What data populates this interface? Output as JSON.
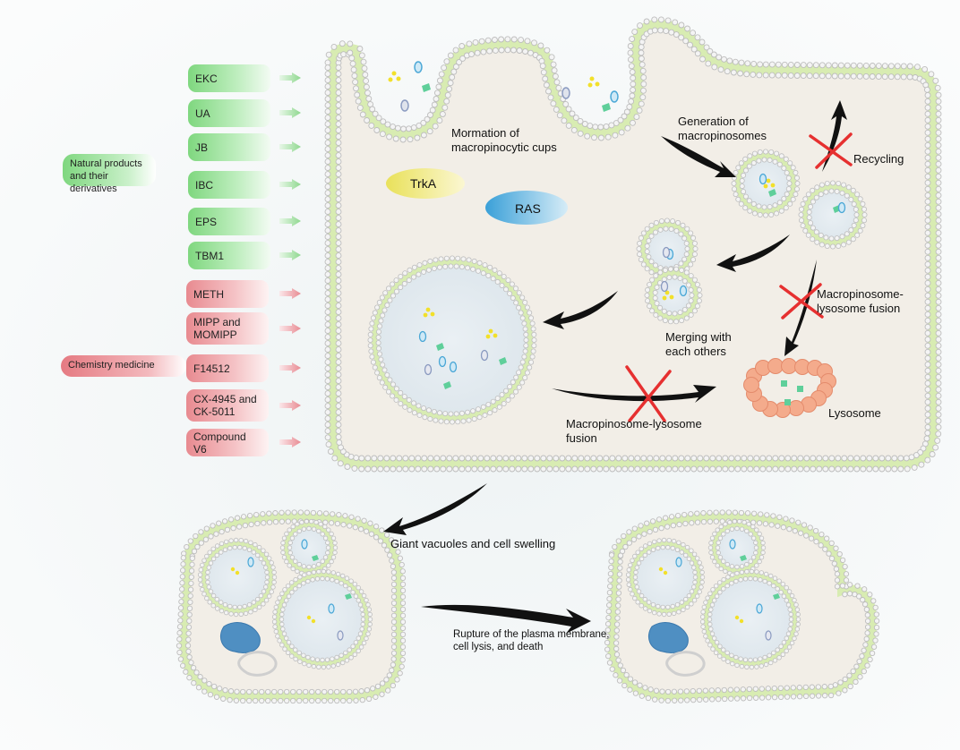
{
  "compounds": {
    "natural_label": "Natural products and their derivatives",
    "chemical_label": "Chemistry medicine",
    "natural": [
      "EKC",
      "UA",
      "JB",
      "IBC",
      "EPS",
      "TBM1"
    ],
    "chemical": [
      "METH",
      "MIPP and MOMIPP",
      "F14512",
      "CX-4945 and CK-5011",
      "Compound V6"
    ]
  },
  "labels": {
    "cups": "Mormation of macropinocytic cups",
    "generation": "Generation of macropinosomes",
    "recycling": "Recycling",
    "trka": "TrkA",
    "ras": "RAS",
    "fusion_right": "Macropinosome-lysosome fusion",
    "merging": "Merging with each others",
    "fusion_bottom": "Macropinosome-lysosome fusion",
    "lysosome": "Lysosome",
    "giant": "Giant vacuoles and cell swelling",
    "rupture": "Rupture of the plasma membrane, cell lysis, and death"
  },
  "colors": {
    "natural": "#7fd77f",
    "chemical": "#e57a82",
    "membrane": "#c9c9c9",
    "tails": "#d8ecb2",
    "cytoplasm": "#f2eee7",
    "lysosome": "#f2a98a",
    "blocked": "#e63030"
  }
}
